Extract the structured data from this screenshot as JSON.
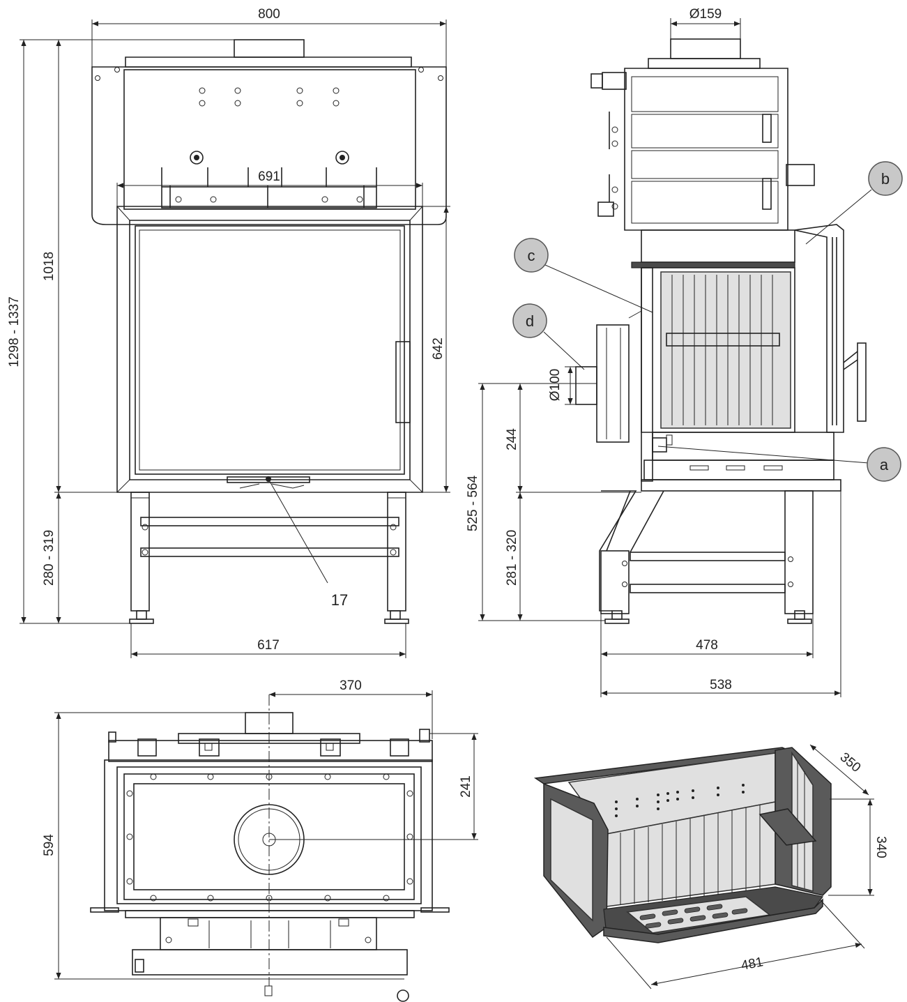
{
  "dimensions": {
    "front_width": "800",
    "front_height_total": "1298 - 1337",
    "front_height_upper": "1018",
    "front_legs": "280 - 319",
    "front_inner_width": "691",
    "front_door_height": "642",
    "front_base_width": "617",
    "item_17": "17",
    "side_flue": "Ø159",
    "side_air_inlet": "Ø100",
    "side_inlet_height": "525 - 564",
    "side_244": "244",
    "side_legs": "281 - 320",
    "side_depth_478": "478",
    "side_depth_538": "538",
    "top_370": "370",
    "top_594": "594",
    "top_241": "241",
    "fb_350": "350",
    "fb_340": "340",
    "fb_481": "481"
  },
  "callouts": {
    "a": "a",
    "b": "b",
    "c": "c",
    "d": "d"
  },
  "colors": {
    "line": "#222222",
    "callout_fill": "#c8c8c8",
    "firebox_dark": "#5a5a5a"
  }
}
